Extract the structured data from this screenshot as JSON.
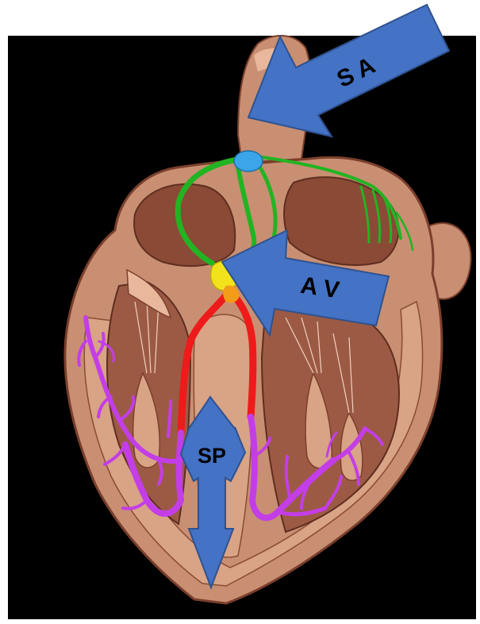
{
  "colors": {
    "background": "#000000",
    "heart_tissue": "#c98f72",
    "heart_shadow": "#7a3f2c",
    "heart_highlight": "#e9b89c",
    "sa_node": "#3aa5e8",
    "av_node": "#f2e21c",
    "internodal_pathways": "#22b422",
    "bundle_of_his": "#ee1b1b",
    "purkinje_fibers": "#c33ee6",
    "arrow_fill": "#4472c4",
    "arrow_stroke": "#2f528f"
  },
  "labels": {
    "sa": "S A",
    "av": "A V",
    "sp": "SP"
  }
}
